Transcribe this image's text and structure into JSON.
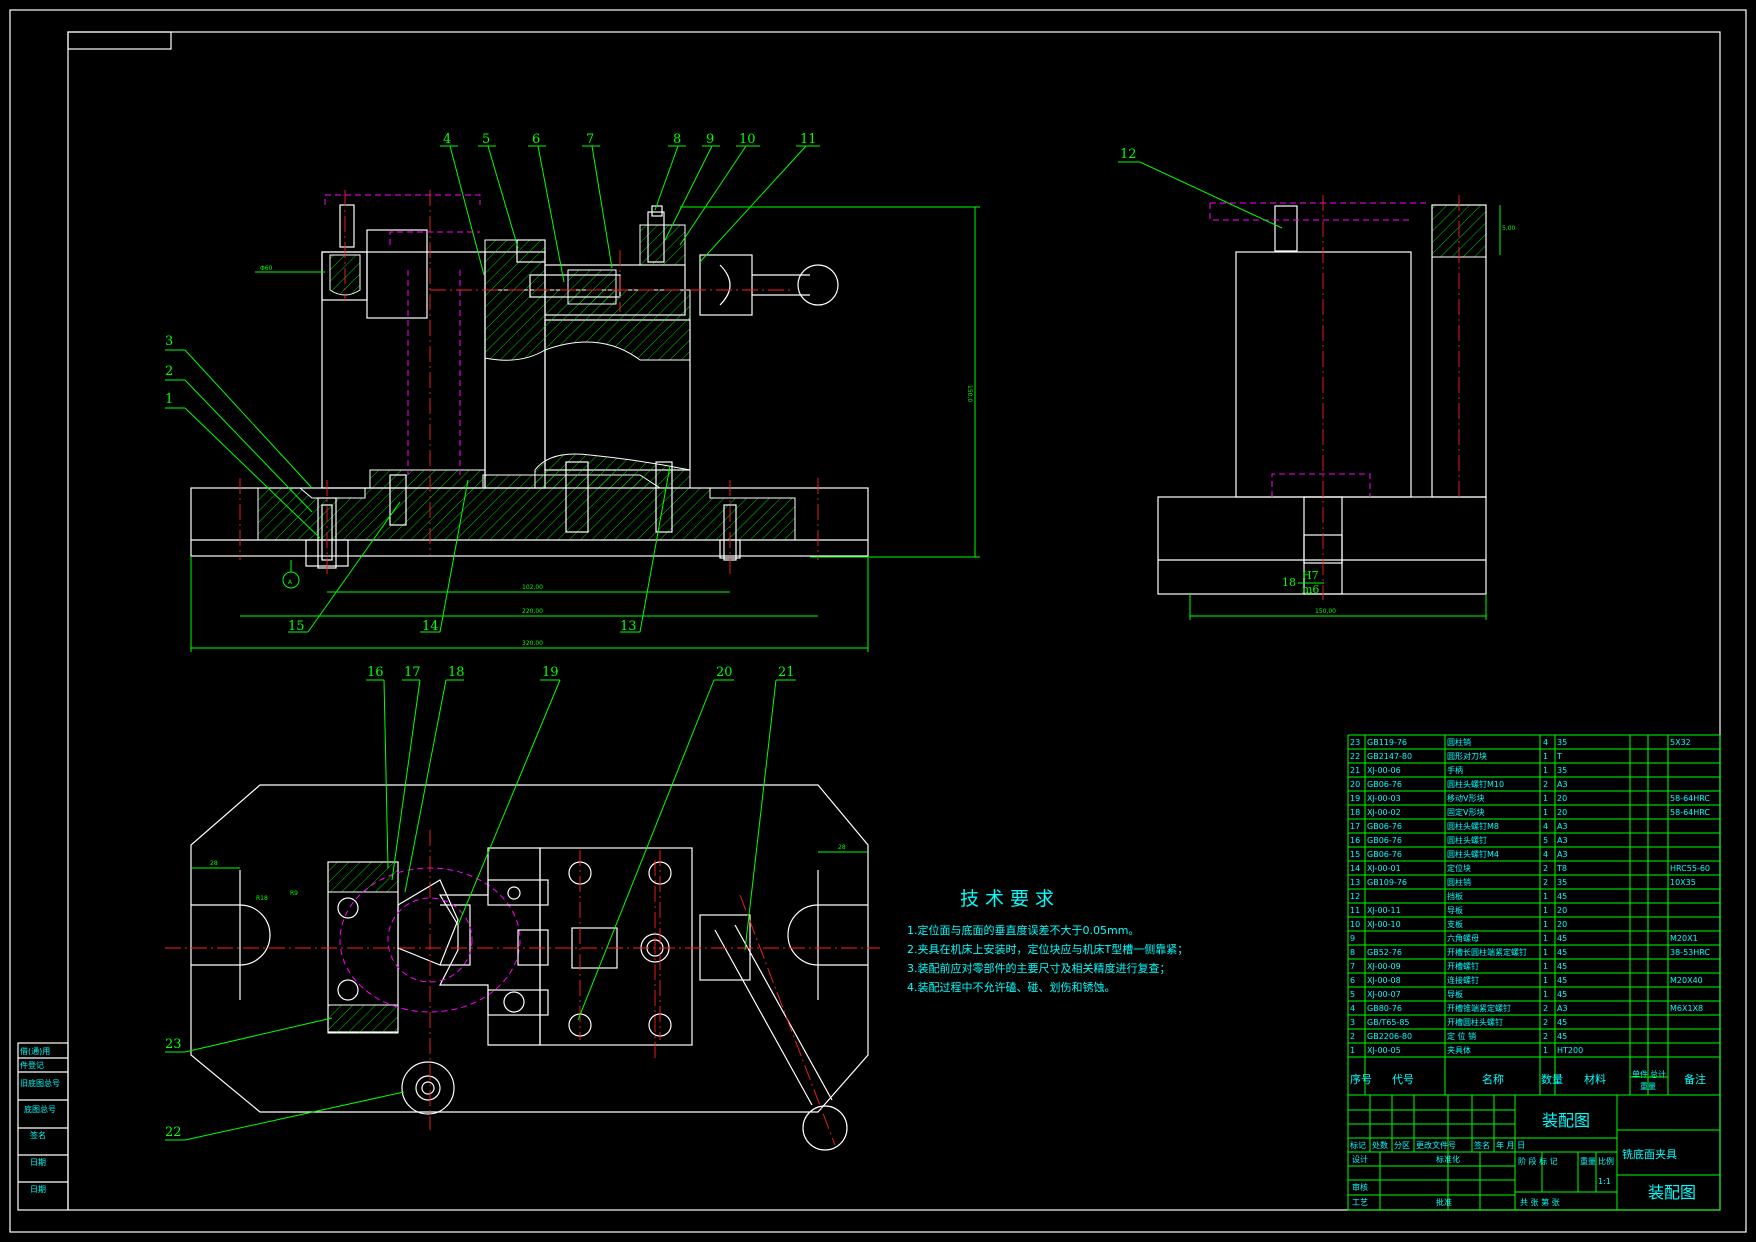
{
  "drawing_title": "铣底面夹具",
  "drawing_type": "装配图",
  "scale": "1:1",
  "tech_requirements": {
    "title": "技术要求",
    "items": [
      "1.定位面与底面的垂直度误差不大于0.05mm。",
      "2.夹具在机床上安装时，定位块应与机床T型槽一侧靠紧；",
      "3.装配前应对零部件的主要尺寸及相关精度进行复查；",
      "4.装配过程中不允许磕、碰、划伤和锈蚀。"
    ]
  },
  "fit_note": {
    "size": "18",
    "upper": "H7",
    "lower": "m6"
  },
  "part_labels": [
    "1",
    "2",
    "3",
    "4",
    "5",
    "6",
    "7",
    "8",
    "9",
    "10",
    "11",
    "12",
    "13",
    "14",
    "15",
    "16",
    "17",
    "18",
    "19",
    "20",
    "21",
    "22",
    "23"
  ],
  "bom_header": {
    "seq": "序号",
    "code": "代号",
    "name": "名称",
    "qty": "数量",
    "material": "材料",
    "unit_weight": "单件",
    "total_weight": "总计",
    "weight": "重量",
    "remark": "备注"
  },
  "bom_rows": [
    {
      "seq": "23",
      "code": "GB119-76",
      "name": "圆柱销",
      "qty": "4",
      "material": "35",
      "remark": "5X32"
    },
    {
      "seq": "22",
      "code": "GB2147-80",
      "name": "圆形对刀块",
      "qty": "1",
      "material": "T",
      "remark": ""
    },
    {
      "seq": "21",
      "code": "XJ-00-06",
      "name": "手柄",
      "qty": "1",
      "material": "35",
      "remark": ""
    },
    {
      "seq": "20",
      "code": "GB06-76",
      "name": "圆柱头螺钉M10",
      "qty": "2",
      "material": "A3",
      "remark": ""
    },
    {
      "seq": "19",
      "code": "XJ-00-03",
      "name": "移动V形块",
      "qty": "1",
      "material": "20",
      "remark": "58-64HRC"
    },
    {
      "seq": "18",
      "code": "XJ-00-02",
      "name": "固定V形块",
      "qty": "1",
      "material": "20",
      "remark": "58-64HRC"
    },
    {
      "seq": "17",
      "code": "GB06-76",
      "name": "圆柱头螺钉M8",
      "qty": "4",
      "material": "A3",
      "remark": ""
    },
    {
      "seq": "16",
      "code": "GB06-76",
      "name": "圆柱头螺钉",
      "qty": "5",
      "material": "A3",
      "remark": ""
    },
    {
      "seq": "15",
      "code": "GB06-76",
      "name": "圆柱头螺钉M4",
      "qty": "4",
      "material": "A3",
      "remark": ""
    },
    {
      "seq": "14",
      "code": "XJ-00-01",
      "name": "定位块",
      "qty": "2",
      "material": "T8",
      "remark": "HRC55-60"
    },
    {
      "seq": "13",
      "code": "GB109-76",
      "name": "圆柱销",
      "qty": "2",
      "material": "35",
      "remark": "10X35"
    },
    {
      "seq": "12",
      "code": "",
      "name": "挡板",
      "qty": "1",
      "material": "45",
      "remark": ""
    },
    {
      "seq": "11",
      "code": "XJ-00-11",
      "name": "导板",
      "qty": "1",
      "material": "20",
      "remark": ""
    },
    {
      "seq": "10",
      "code": "XJ-00-10",
      "name": "支板",
      "qty": "1",
      "material": "20",
      "remark": ""
    },
    {
      "seq": "9",
      "code": "",
      "name": "六角螺母",
      "qty": "1",
      "material": "45",
      "remark": "M20X1"
    },
    {
      "seq": "8",
      "code": "GB52-76",
      "name": "开槽长圆柱端紧定螺钉",
      "qty": "1",
      "material": "45",
      "remark": "38-53HRC"
    },
    {
      "seq": "7",
      "code": "XJ-00-09",
      "name": "开槽螺钉",
      "qty": "1",
      "material": "45",
      "remark": ""
    },
    {
      "seq": "6",
      "code": "XJ-00-08",
      "name": "连接螺钉",
      "qty": "1",
      "material": "45",
      "remark": "M20X40"
    },
    {
      "seq": "5",
      "code": "XJ-00-07",
      "name": "导板",
      "qty": "1",
      "material": "45",
      "remark": ""
    },
    {
      "seq": "4",
      "code": "GB80-76",
      "name": "开槽锥端紧定螺钉",
      "qty": "2",
      "material": "A3",
      "remark": "M6X1X8"
    },
    {
      "seq": "3",
      "code": "GB/T65-85",
      "name": "开槽圆柱头螺钉",
      "qty": "2",
      "material": "45",
      "remark": ""
    },
    {
      "seq": "2",
      "code": "GB2206-80",
      "name": "定 位 销",
      "qty": "2",
      "material": "45",
      "remark": ""
    },
    {
      "seq": "1",
      "code": "XJ-00-05",
      "name": "夹具体",
      "qty": "1",
      "material": "HT200",
      "remark": ""
    }
  ],
  "title_block": {
    "assembly_label": "装配图",
    "part_name": "铣底面夹具",
    "drawing_label": "装配图",
    "row1": [
      "标记",
      "处数",
      "分区",
      "更改文件号",
      "签名",
      "年 月 日"
    ],
    "designer": "设计",
    "standardized": "标准化",
    "reviewer": "审核",
    "process": "工艺",
    "approve": "批准",
    "stage": [
      "阶 段 标 记",
      "重量",
      "比例"
    ],
    "ratio": "1:1",
    "sheets": "共  张  第  张"
  },
  "side_stamps": [
    "借(通)用",
    "件登记",
    "旧底图总号",
    "底图总号",
    "签名",
    "日期",
    "日期"
  ],
  "dims": {
    "top_h": "150,0",
    "w1": "102,00",
    "w2": "220,00",
    "w3": "320,00",
    "side_w": "150,00",
    "side_top": "5,00",
    "plan_l": "28",
    "plan_r": "28",
    "phi": "Φ60",
    "r1": "R18",
    "r2": "R9"
  },
  "datum": "A"
}
